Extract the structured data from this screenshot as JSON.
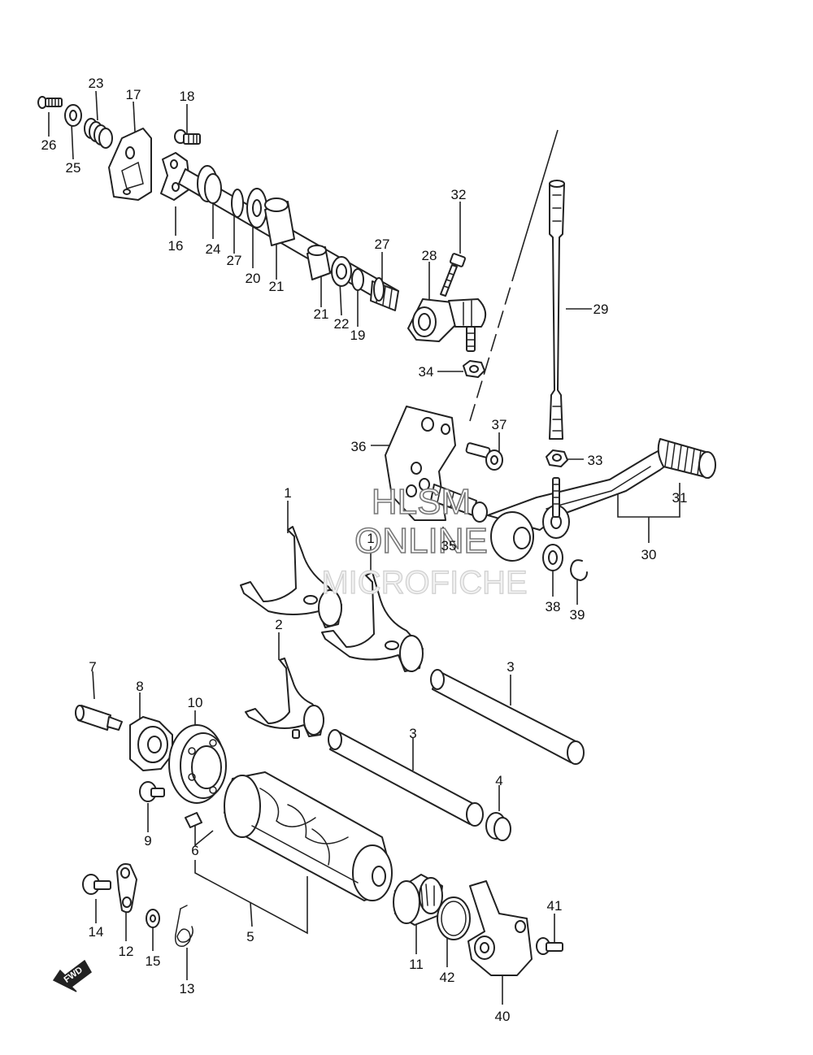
{
  "watermark": {
    "line1": "HLSM",
    "line2": "ONLINE",
    "line3": "MICROFICHE"
  },
  "fwd_label": "FWD",
  "callouts": [
    "1",
    "1",
    "2",
    "3",
    "3",
    "4",
    "5",
    "6",
    "7",
    "8",
    "9",
    "10",
    "11",
    "12",
    "13",
    "14",
    "15",
    "16",
    "17",
    "18",
    "19",
    "20",
    "21",
    "21",
    "22",
    "23",
    "24",
    "25",
    "26",
    "27",
    "27",
    "28",
    "29",
    "30",
    "31",
    "32",
    "33",
    "34",
    "35",
    "36",
    "37",
    "38",
    "39",
    "40",
    "41",
    "42"
  ]
}
